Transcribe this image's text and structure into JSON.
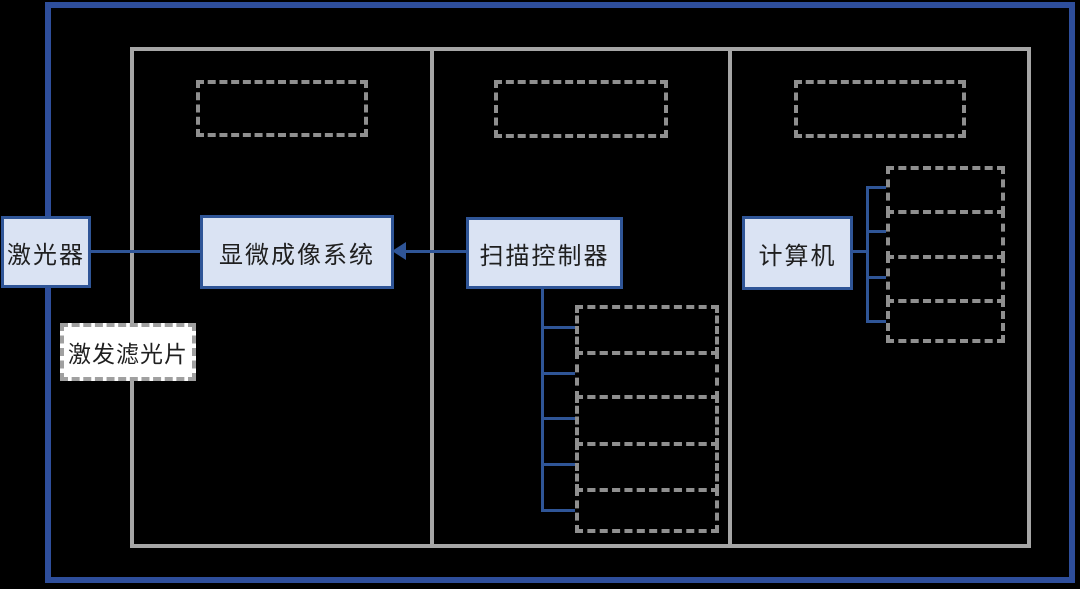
{
  "diagram": {
    "nodes": {
      "laser": {
        "label": "激光器"
      },
      "imaging_system": {
        "label": "显微成像系统"
      },
      "scan_controller": {
        "label": "扫描控制器"
      },
      "computer": {
        "label": "计算机"
      },
      "excitation_filter": {
        "label": "激发滤光片"
      }
    },
    "edges": [
      {
        "from": "laser",
        "to": "imaging_system",
        "style": "line"
      },
      {
        "from": "scan_controller",
        "to": "imaging_system",
        "style": "arrow-left"
      },
      {
        "from": "scan_controller",
        "to": "scan_placeholders",
        "style": "tree",
        "branches": 5
      },
      {
        "from": "computer",
        "to": "computer_placeholders",
        "style": "tree",
        "branches": 4
      }
    ],
    "placeholders": {
      "top_row_count": 3,
      "scan_branch_count": 5,
      "computer_branch_count": 4,
      "note": "empty dashed boxes, no visible text"
    },
    "colors": {
      "background": "#000000",
      "outer_border": "#2e4e9b",
      "node_border": "#2f5597",
      "node_fill": "#dae3f3",
      "panel_border": "#a6a6a6",
      "dashed_placeholder": "#8f8f8f",
      "filter_fill": "#ffffff",
      "text": "#1f1f1f"
    }
  }
}
